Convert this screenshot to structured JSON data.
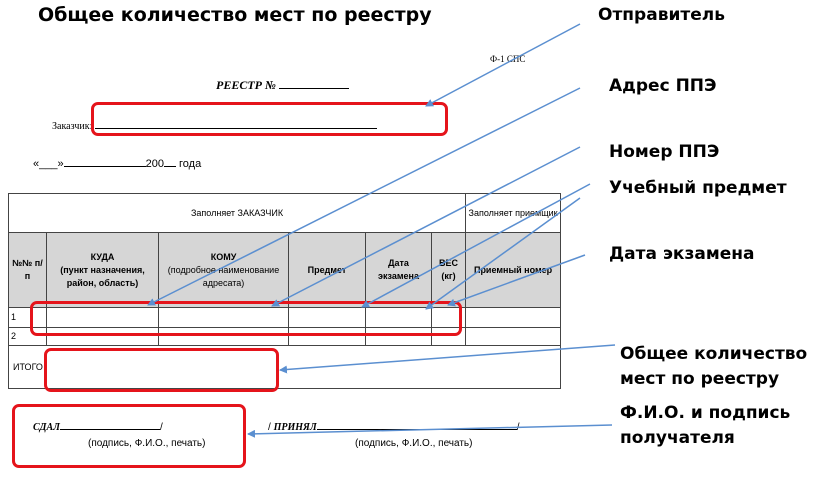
{
  "heading": "Общее количество мест по реестру",
  "form": {
    "code": "Ф-1 СПС",
    "registry_label": "РЕЕСТР №",
    "customer_label": "Заказчик:",
    "date_prefix": "«___»",
    "date_year": "200",
    "date_suffix": "года"
  },
  "table": {
    "filled_by_customer": "Заполняет  ЗАКАЗЧИК",
    "filled_by_receiver": "Заполняет приемщик",
    "columns": {
      "num": "№№ п/п",
      "where": "КУДА",
      "where_sub": "(пункт назначения, район, область)",
      "whom": "КОМУ",
      "whom_sub": "(подробное наименование адресата)",
      "subject": "Предмет",
      "exam_date": "Дата экзамена",
      "weight": "ВЕС (кг)",
      "receipt_no": "Приемный номер"
    },
    "rows": [
      "1",
      "2"
    ],
    "total_label": "ИТОГО"
  },
  "signatures": {
    "handed_label": "СДАЛ",
    "handed_sub": "(подпись, Ф.И.О., печать)",
    "received_label": "ПРИНЯЛ",
    "received_sub": "(подпись, Ф.И.О., печать)"
  },
  "annotations": {
    "sender": "Отправитель",
    "ppe_address": "Адрес ППЭ",
    "ppe_number": "Номер ППЭ",
    "subject": "Учебный предмет",
    "exam_date": "Дата экзамена",
    "total_places_line1": "Общее количество",
    "total_places_line2": "мест по реестру",
    "recipient_line1": "Ф.И.О. и подпись",
    "recipient_line2": "получателя"
  },
  "colors": {
    "highlight": "#e5141b",
    "arrow": "#5b8fd0",
    "header_fill": "#d6d6d6"
  }
}
